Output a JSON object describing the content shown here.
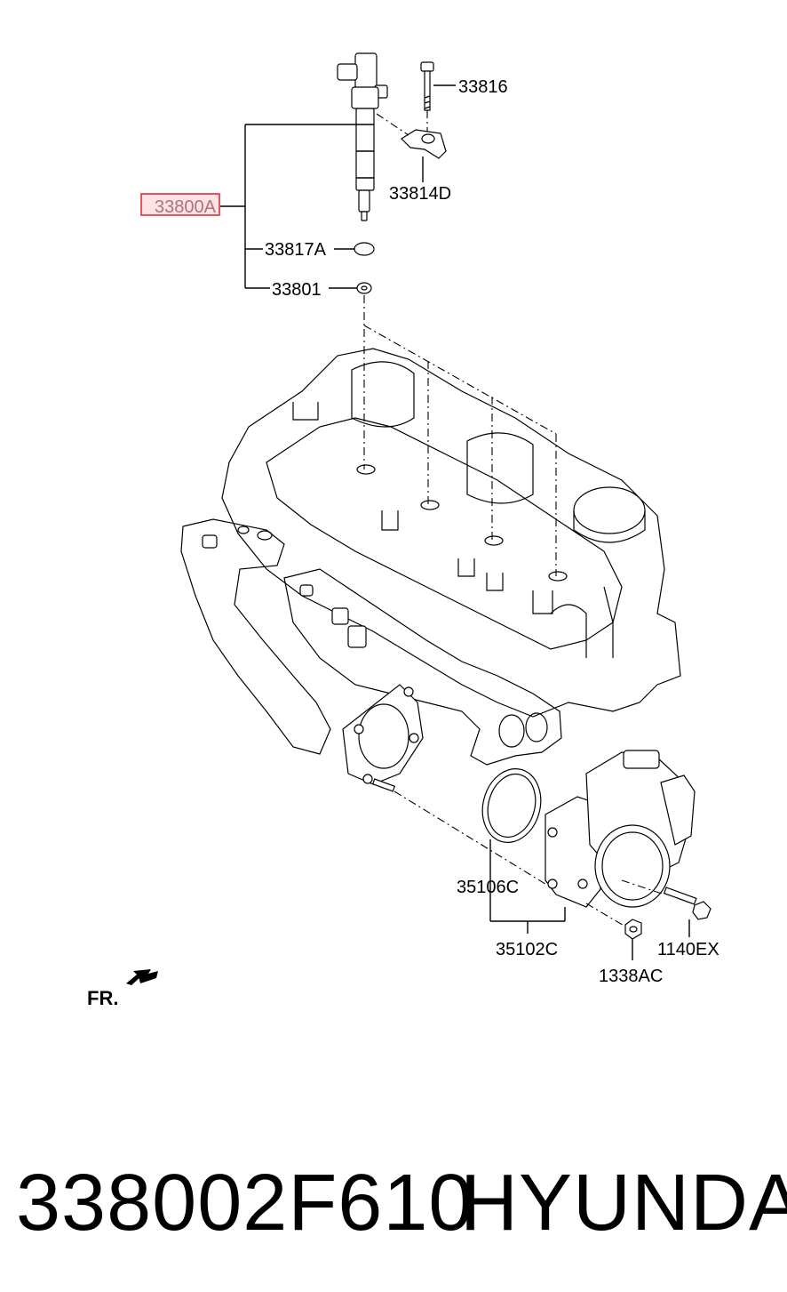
{
  "labels": {
    "injector_assembly": "33800A",
    "bolt": "33816",
    "clamp": "33814D",
    "o_ring": "33817A",
    "washer": "33801",
    "gasket": "35106C",
    "throttle_body": "35102C",
    "nut": "1338AC",
    "flange_bolt": "1140EX",
    "front_indicator": "FR."
  },
  "colors": {
    "highlight_border": "#e02030",
    "highlight_fill": "#fbe3e6"
  },
  "footer": {
    "part_number": "338002F610",
    "brand": "HYUNDAI"
  }
}
